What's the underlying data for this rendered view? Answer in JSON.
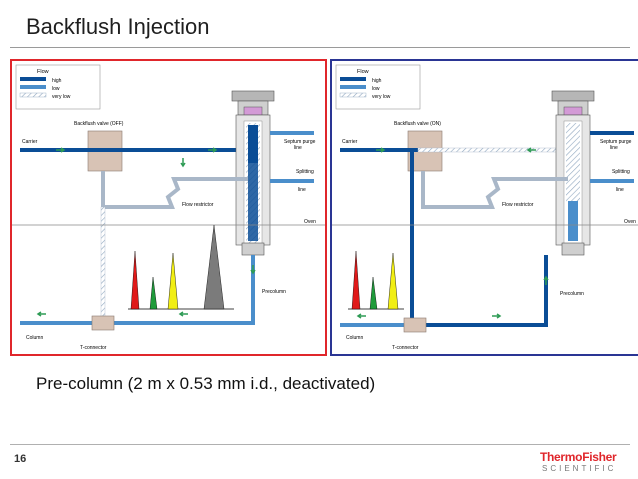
{
  "slide": {
    "title": "Backflush Injection",
    "caption": "Pre-column (2 m x 0.53 mm i.d., deactivated)",
    "page_number": "16",
    "logo": {
      "line1": "ThermoFisher",
      "line2": "SCIENTIFIC"
    }
  },
  "colors": {
    "left_border": "#e0262b",
    "right_border": "#2a3594",
    "flow_high": "#0a4d96",
    "flow_low": "#4a8ecb",
    "flow_very_low": "#c8d4e0",
    "arrow": "#2e9b55",
    "peak_red": "#e01a1a",
    "peak_green": "#1f9b3b",
    "peak_yellow": "#f1ee13",
    "peak_gray": "#7b7b7b"
  },
  "diagrams": {
    "left": {
      "valve_label": "Backflush valve (OFF)",
      "legend": {
        "title": "Flow",
        "high": "high",
        "low": "low",
        "very_low": "very low"
      },
      "labels": {
        "carrier": "Carrier",
        "septum_purge": "Septum purge",
        "septum_purge_2": "line",
        "splitting": "Splitting",
        "splitting_2": "line",
        "flow_restrictor": "Flow restrictor",
        "oven": "Oven",
        "precolumn": "Precolumn",
        "column": "Column",
        "t_connector": "T-connector"
      }
    },
    "right": {
      "valve_label": "Backflush valve (ON)",
      "legend": {
        "title": "Flow",
        "high": "high",
        "low": "low",
        "very_low": "very low"
      },
      "labels": {
        "carrier": "Carrier",
        "septum_purge": "Septum purge",
        "septum_purge_2": "line",
        "splitting": "Splitting",
        "splitting_2": "line",
        "flow_restrictor": "Flow restrictor",
        "oven": "Oven",
        "precolumn": "Precolumn",
        "column": "Column",
        "t_connector": "T-connector"
      }
    }
  }
}
